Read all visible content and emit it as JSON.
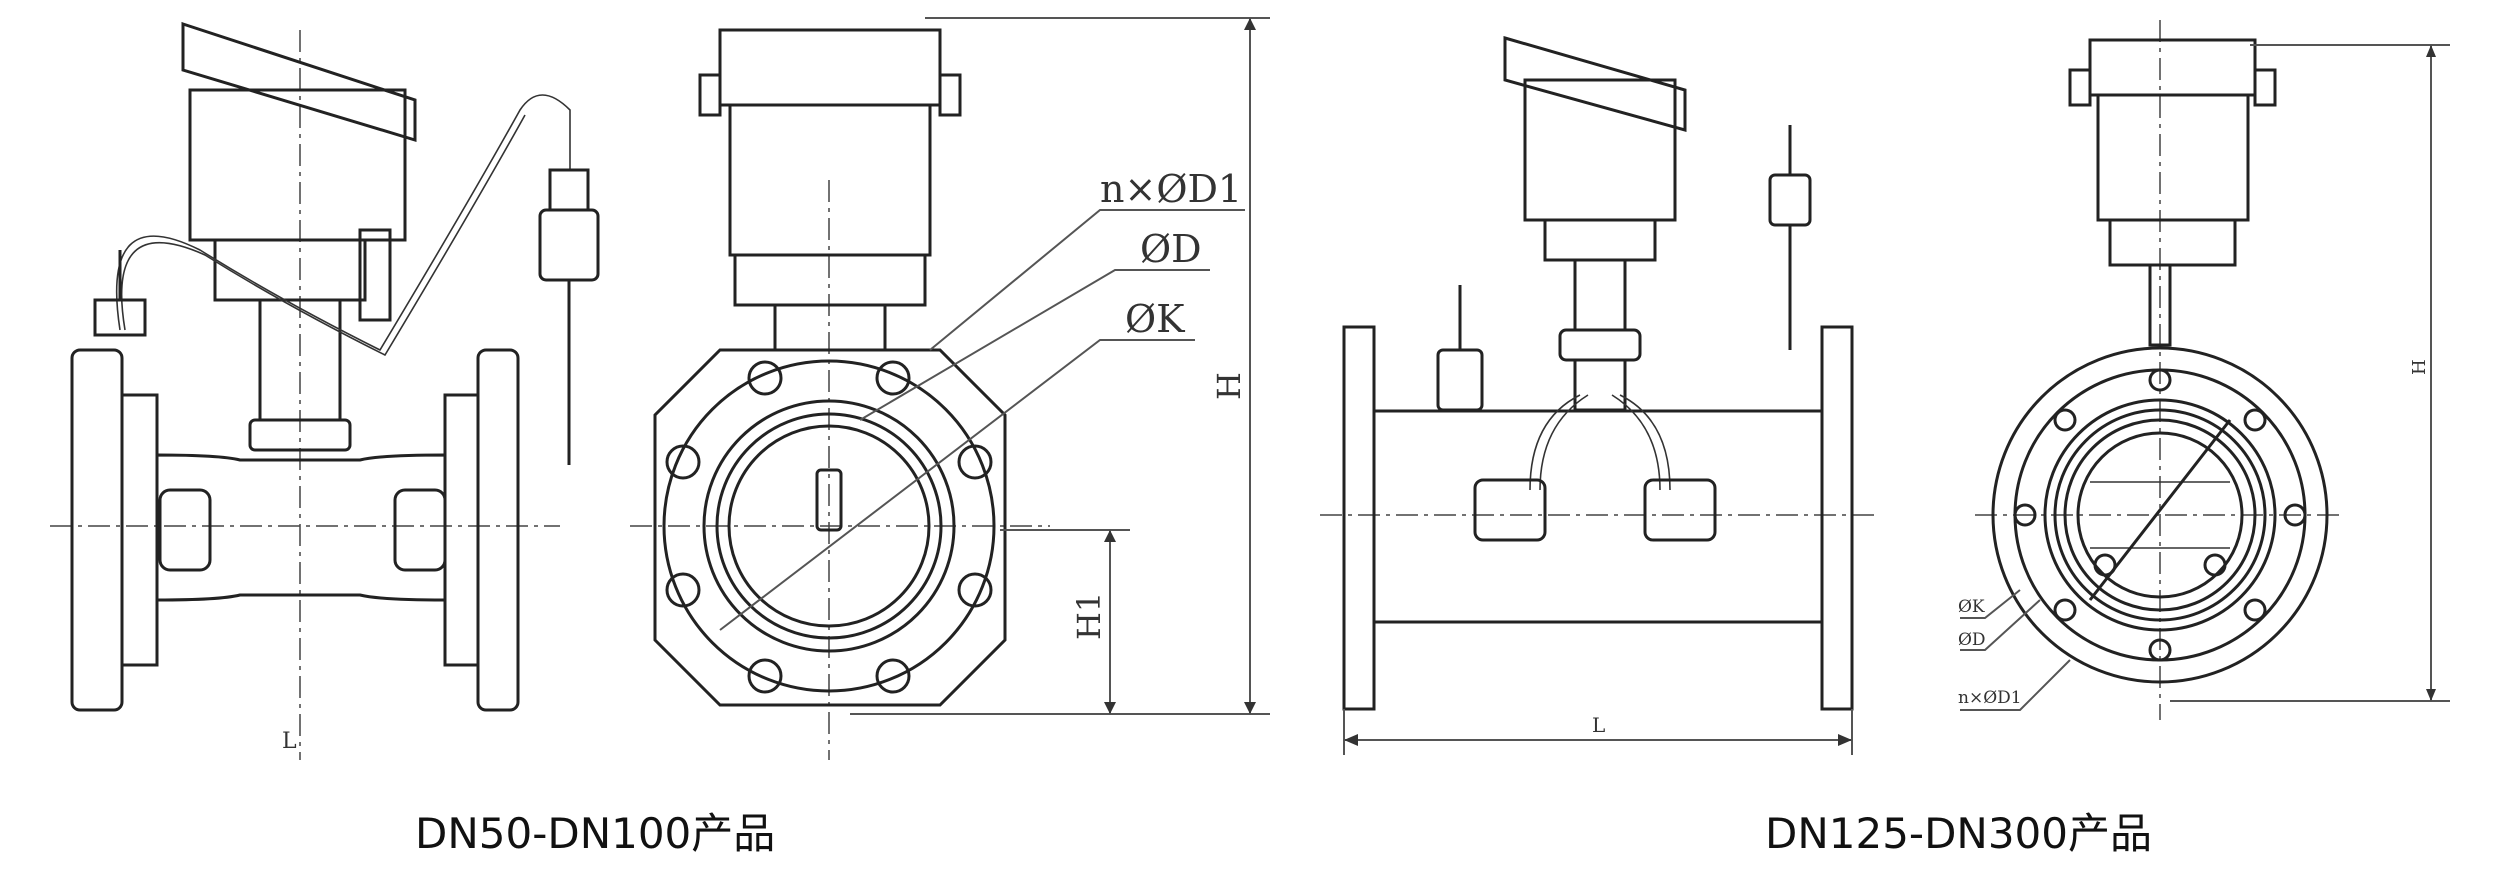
{
  "figure_left": {
    "caption": "DN50-DN100产品",
    "labels": {
      "holes": "n×ØD1",
      "outer_dia": "ØD",
      "bolt_circle": "ØK",
      "height": "H",
      "center_height": "H1",
      "length": "L"
    }
  },
  "figure_right": {
    "caption": "DN125-DN300产品",
    "labels": {
      "bolt_circle": "ØK",
      "outer_dia": "ØD",
      "holes": "n×ØD1",
      "height": "H",
      "length": "L"
    }
  }
}
